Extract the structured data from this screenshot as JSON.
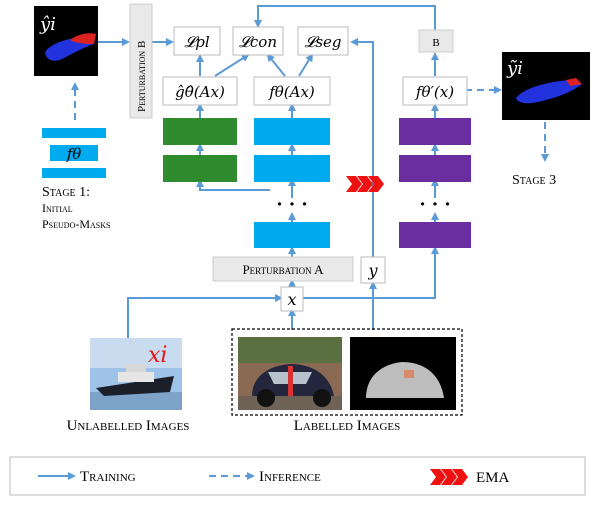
{
  "top": {
    "loss_pl": "𝓛pl",
    "loss_con": "𝓛con",
    "loss_seg": "𝓛seg",
    "b_box": "B"
  },
  "labels": {
    "y_hat_i": "ŷi",
    "perturbation_b": "Perturbation B",
    "perturbation_a": "Perturbation A",
    "g_hat": "ĝθ̂(Ax)",
    "f_theta_ax": "fθ(Ax)",
    "f_theta_prime": "fθ′(x)",
    "y_tilde_i": "ỹi",
    "f_theta": "fθ",
    "stage1_line1": "Stage 1:",
    "stage1_line2": "Initial",
    "stage1_line3": "Pseudo-Masks",
    "stage3": "Stage 3",
    "x": "x",
    "y": "y",
    "x_i": "xi",
    "dots_left": "· · ·",
    "dots_right": "· · ·",
    "unlabelled_images": "Unlabelled Images",
    "labelled_images": "Labelled Images"
  },
  "legend": {
    "training": "Training",
    "inference": "Inference",
    "ema": "EMA"
  },
  "colors": {
    "arrow": "#5b9bd5",
    "green": "#2e8b2e",
    "cyan": "#00aaee",
    "purple": "#6a2ea0",
    "red": "#ee1111",
    "box_grey": "#e9e9e9"
  }
}
